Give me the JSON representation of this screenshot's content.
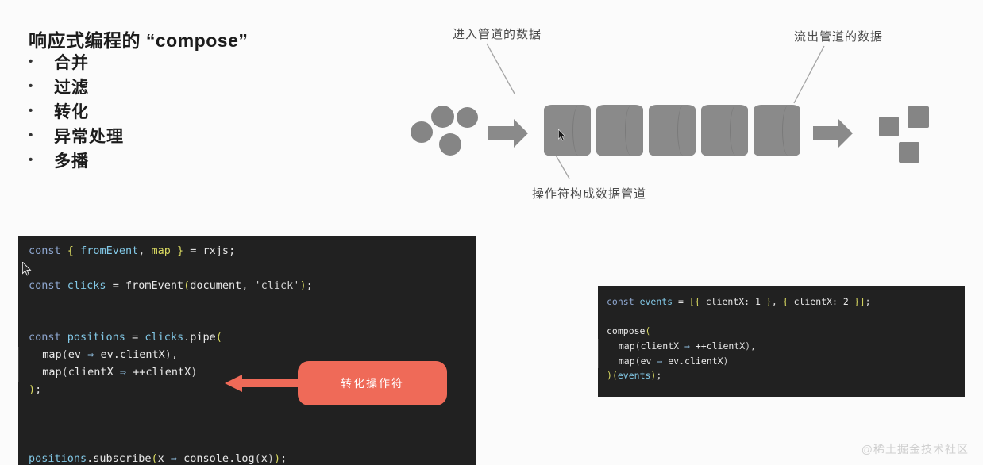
{
  "slide": {
    "title": "响应式编程的  “compose”",
    "bullets": [
      {
        "marker": "•",
        "label": "合并"
      },
      {
        "marker": "•",
        "label": "过滤"
      },
      {
        "marker": "•",
        "label": "转化"
      },
      {
        "marker": "•",
        "label": "异常处理"
      },
      {
        "marker": "•",
        "label": "多播"
      }
    ]
  },
  "diagram": {
    "input_label": "进入管道的数据",
    "output_label": "流出管道的数据",
    "pipeline_label": "操作符构成数据管道",
    "input_item_count": 4,
    "pipeline_stage_count": 5,
    "output_item_count": 3,
    "shape_color": "#858585",
    "cylinder_color": "#8a8a8a",
    "arrow_color": "#8a8a8a",
    "label_color": "#4a4a4a"
  },
  "code_left": {
    "background": "#212121",
    "lines": [
      {
        "id": "l1",
        "indent": false,
        "tokens": [
          {
            "t": "const",
            "c": "k-const"
          },
          {
            "t": " ",
            "c": "k-plain"
          },
          {
            "t": "{",
            "c": "k-brace"
          },
          {
            "t": " ",
            "c": "k-plain"
          },
          {
            "t": "fromEvent",
            "c": "k-ident"
          },
          {
            "t": ", ",
            "c": "k-plain"
          },
          {
            "t": "map",
            "c": "k-brace"
          },
          {
            "t": " ",
            "c": "k-plain"
          },
          {
            "t": "}",
            "c": "k-brace"
          },
          {
            "t": " = ",
            "c": "k-plain"
          },
          {
            "t": "rxjs",
            "c": "k-fn"
          },
          {
            "t": ";",
            "c": "k-plain"
          }
        ]
      },
      {
        "id": "l2",
        "indent": false,
        "tokens": [
          {
            "t": " ",
            "c": "k-plain"
          }
        ]
      },
      {
        "id": "l3",
        "indent": false,
        "tokens": [
          {
            "t": "const",
            "c": "k-const"
          },
          {
            "t": " ",
            "c": "k-plain"
          },
          {
            "t": "clicks",
            "c": "k-ident"
          },
          {
            "t": " = ",
            "c": "k-plain"
          },
          {
            "t": "fromEvent",
            "c": "k-fn"
          },
          {
            "t": "(",
            "c": "k-brace"
          },
          {
            "t": "document",
            "c": "k-fn"
          },
          {
            "t": ", ",
            "c": "k-plain"
          },
          {
            "t": "'click'",
            "c": "k-str"
          },
          {
            "t": ")",
            "c": "k-brace"
          },
          {
            "t": ";",
            "c": "k-plain"
          }
        ]
      },
      {
        "id": "l4",
        "indent": false,
        "tokens": [
          {
            "t": " ",
            "c": "k-plain"
          }
        ]
      },
      {
        "id": "l5",
        "indent": false,
        "tokens": [
          {
            "t": " ",
            "c": "k-plain"
          }
        ]
      },
      {
        "id": "l6",
        "indent": false,
        "tokens": [
          {
            "t": "const",
            "c": "k-const"
          },
          {
            "t": " ",
            "c": "k-plain"
          },
          {
            "t": "positions",
            "c": "k-ident"
          },
          {
            "t": " = ",
            "c": "k-plain"
          },
          {
            "t": "clicks",
            "c": "k-ident"
          },
          {
            "t": ".",
            "c": "k-plain"
          },
          {
            "t": "pipe",
            "c": "k-fn"
          },
          {
            "t": "(",
            "c": "k-brace"
          }
        ]
      },
      {
        "id": "l7",
        "indent": true,
        "tokens": [
          {
            "t": "  ",
            "c": "k-plain"
          },
          {
            "t": "map",
            "c": "k-fn"
          },
          {
            "t": "(",
            "c": "k-paren"
          },
          {
            "t": "ev",
            "c": "k-fn"
          },
          {
            "t": " ",
            "c": "k-plain"
          },
          {
            "t": "⇒",
            "c": "k-arrow"
          },
          {
            "t": " ",
            "c": "k-plain"
          },
          {
            "t": "ev",
            "c": "k-fn"
          },
          {
            "t": ".",
            "c": "k-plain"
          },
          {
            "t": "clientX",
            "c": "k-fn"
          },
          {
            "t": ")",
            "c": "k-paren"
          },
          {
            "t": ",",
            "c": "k-plain"
          }
        ]
      },
      {
        "id": "l8",
        "indent": true,
        "tokens": [
          {
            "t": "  ",
            "c": "k-plain"
          },
          {
            "t": "map",
            "c": "k-fn"
          },
          {
            "t": "(",
            "c": "k-paren"
          },
          {
            "t": "clientX",
            "c": "k-fn"
          },
          {
            "t": " ",
            "c": "k-plain"
          },
          {
            "t": "⇒",
            "c": "k-arrow"
          },
          {
            "t": " ",
            "c": "k-plain"
          },
          {
            "t": "++clientX",
            "c": "k-fn"
          },
          {
            "t": ")",
            "c": "k-paren"
          }
        ]
      },
      {
        "id": "l9",
        "indent": false,
        "tokens": [
          {
            "t": ")",
            "c": "k-brace"
          },
          {
            "t": ";",
            "c": "k-plain"
          }
        ]
      },
      {
        "id": "l10",
        "indent": false,
        "tokens": [
          {
            "t": " ",
            "c": "k-plain"
          }
        ]
      },
      {
        "id": "l11",
        "indent": false,
        "tokens": [
          {
            "t": " ",
            "c": "k-plain"
          }
        ]
      },
      {
        "id": "l12",
        "indent": false,
        "tokens": [
          {
            "t": " ",
            "c": "k-plain"
          }
        ]
      },
      {
        "id": "l13",
        "indent": false,
        "tokens": [
          {
            "t": "positions",
            "c": "k-ident"
          },
          {
            "t": ".",
            "c": "k-plain"
          },
          {
            "t": "subscribe",
            "c": "k-fn"
          },
          {
            "t": "(",
            "c": "k-brace"
          },
          {
            "t": "x",
            "c": "k-fn"
          },
          {
            "t": " ",
            "c": "k-plain"
          },
          {
            "t": "⇒",
            "c": "k-arrow"
          },
          {
            "t": " ",
            "c": "k-plain"
          },
          {
            "t": "console",
            "c": "k-fn"
          },
          {
            "t": ".",
            "c": "k-plain"
          },
          {
            "t": "log",
            "c": "k-fn"
          },
          {
            "t": "(",
            "c": "k-paren"
          },
          {
            "t": "x",
            "c": "k-fn"
          },
          {
            "t": ")",
            "c": "k-paren"
          },
          {
            "t": ")",
            "c": "k-brace"
          },
          {
            "t": ";",
            "c": "k-plain"
          }
        ]
      }
    ]
  },
  "code_right": {
    "background": "#212121",
    "lines": [
      {
        "id": "r1",
        "indent": false,
        "tokens": [
          {
            "t": "const",
            "c": "k-const"
          },
          {
            "t": " ",
            "c": "k-plain"
          },
          {
            "t": "events",
            "c": "k-ident"
          },
          {
            "t": " = ",
            "c": "k-plain"
          },
          {
            "t": "[",
            "c": "k-brace"
          },
          {
            "t": "{",
            "c": "k-brace"
          },
          {
            "t": " ",
            "c": "k-plain"
          },
          {
            "t": "clientX",
            "c": "k-fn"
          },
          {
            "t": ": ",
            "c": "k-plain"
          },
          {
            "t": "1",
            "c": "k-num"
          },
          {
            "t": " ",
            "c": "k-plain"
          },
          {
            "t": "}",
            "c": "k-brace"
          },
          {
            "t": ", ",
            "c": "k-plain"
          },
          {
            "t": "{",
            "c": "k-brace"
          },
          {
            "t": " ",
            "c": "k-plain"
          },
          {
            "t": "clientX",
            "c": "k-fn"
          },
          {
            "t": ": ",
            "c": "k-plain"
          },
          {
            "t": "2",
            "c": "k-num"
          },
          {
            "t": " ",
            "c": "k-plain"
          },
          {
            "t": "}",
            "c": "k-brace"
          },
          {
            "t": "]",
            "c": "k-brace"
          },
          {
            "t": ";",
            "c": "k-plain"
          }
        ]
      },
      {
        "id": "r2",
        "indent": false,
        "tokens": [
          {
            "t": " ",
            "c": "k-plain"
          }
        ]
      },
      {
        "id": "r3",
        "indent": false,
        "tokens": [
          {
            "t": "compose",
            "c": "k-fn"
          },
          {
            "t": "(",
            "c": "k-brace"
          }
        ]
      },
      {
        "id": "r4",
        "indent": true,
        "tokens": [
          {
            "t": "  ",
            "c": "k-plain"
          },
          {
            "t": "map",
            "c": "k-fn"
          },
          {
            "t": "(",
            "c": "k-paren"
          },
          {
            "t": "clientX",
            "c": "k-fn"
          },
          {
            "t": " ",
            "c": "k-plain"
          },
          {
            "t": "⇒",
            "c": "k-arrow"
          },
          {
            "t": " ",
            "c": "k-plain"
          },
          {
            "t": "++clientX",
            "c": "k-fn"
          },
          {
            "t": ")",
            "c": "k-paren"
          },
          {
            "t": ",",
            "c": "k-plain"
          }
        ]
      },
      {
        "id": "r5",
        "indent": true,
        "tokens": [
          {
            "t": "  ",
            "c": "k-plain"
          },
          {
            "t": "map",
            "c": "k-fn"
          },
          {
            "t": "(",
            "c": "k-paren"
          },
          {
            "t": "ev",
            "c": "k-fn"
          },
          {
            "t": " ",
            "c": "k-plain"
          },
          {
            "t": "⇒",
            "c": "k-arrow"
          },
          {
            "t": " ",
            "c": "k-plain"
          },
          {
            "t": "ev",
            "c": "k-fn"
          },
          {
            "t": ".",
            "c": "k-plain"
          },
          {
            "t": "clientX",
            "c": "k-fn"
          },
          {
            "t": ")",
            "c": "k-paren"
          }
        ]
      },
      {
        "id": "r6",
        "indent": false,
        "tokens": [
          {
            "t": ")",
            "c": "k-brace"
          },
          {
            "t": "(",
            "c": "k-brace"
          },
          {
            "t": "events",
            "c": "k-ident"
          },
          {
            "t": ")",
            "c": "k-brace"
          },
          {
            "t": ";",
            "c": "k-plain"
          }
        ]
      }
    ]
  },
  "callout": {
    "label": "转化操作符",
    "color": "#ef6a58",
    "text_color": "#ffffff"
  },
  "watermark": {
    "text": "@稀土掘金技术社区"
  }
}
